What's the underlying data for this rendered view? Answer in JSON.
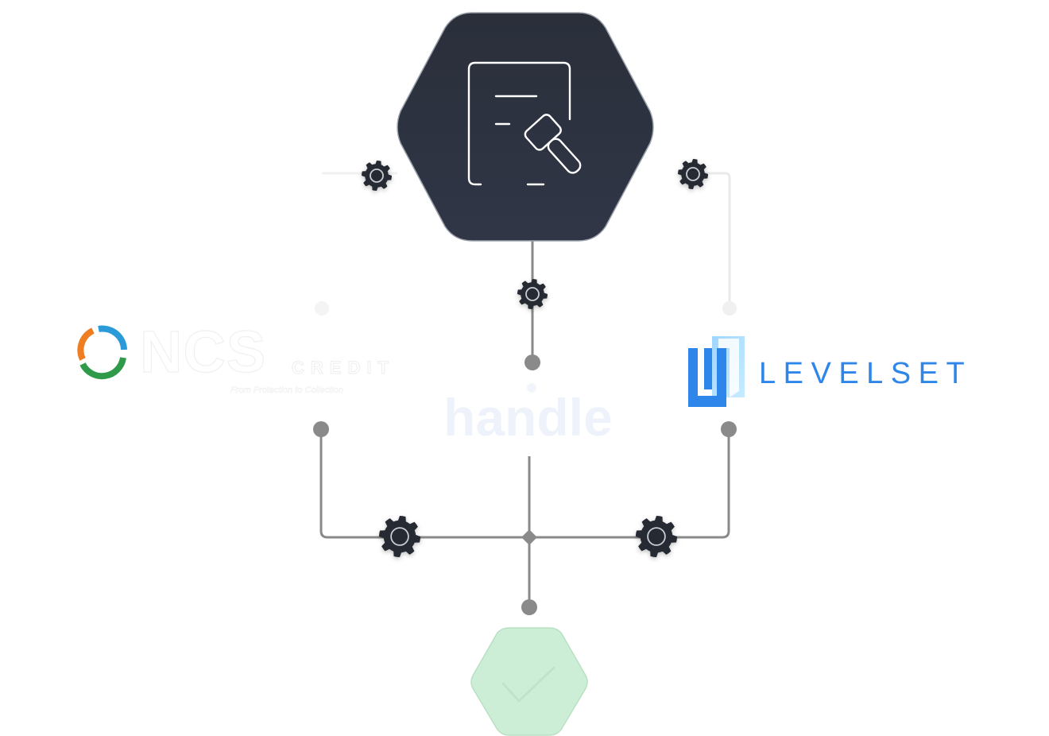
{
  "hub": {
    "icon": "contract-gavel-icon"
  },
  "connector": {
    "icon": "gear-icon"
  },
  "result": {
    "icon": "checkmark-icon"
  },
  "logos": {
    "ncs": {
      "name": "NCS",
      "sub": "CREDIT",
      "tagline": "From Protection to Collection"
    },
    "handle": {
      "name": "handle"
    },
    "levelset": {
      "name": "LEVELSET"
    }
  },
  "colors": {
    "hub_fill": "#2b303c",
    "gear_fill": "#252a33",
    "line": "#8a8a8a",
    "result_fill": "#cdeed6",
    "levelset_blue": "#2f86ea",
    "handle_text": "#eef3fb"
  }
}
